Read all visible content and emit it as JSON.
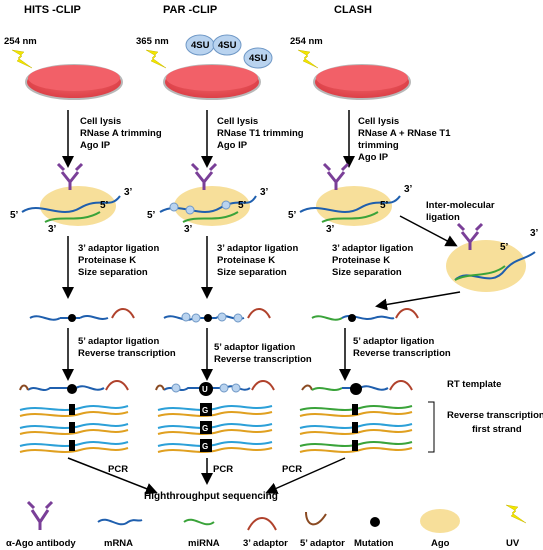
{
  "headers": {
    "hits": "HITS -CLIP",
    "par": "PAR -CLIP",
    "clash": "CLASH"
  },
  "uv_labels": {
    "hits": "254 nm",
    "par": "365 nm",
    "clash": "254 nm"
  },
  "four_su": "4SU",
  "steps": {
    "hits_lysis": [
      "Cell lysis",
      "RNase A trimming",
      "Ago IP"
    ],
    "par_lysis": [
      "Cell lysis",
      "RNase T1 trimming",
      "Ago IP"
    ],
    "clash_lysis": [
      "Cell lysis",
      "RNase A  + RNase T1",
      "trimming",
      "Ago IP"
    ],
    "adaptor3": [
      "3’ adaptor ligation",
      "Proteinase K",
      "Size separation"
    ],
    "interlig": [
      "Inter-molecular",
      "ligation"
    ],
    "adaptor5": [
      "5’ adaptor ligation",
      "Reverse transcription"
    ]
  },
  "ends": {
    "three": "3’",
    "five": "5’"
  },
  "glyphs": {
    "u": "U",
    "g": "G"
  },
  "annotations": {
    "rt_template": "RT template",
    "rt_first": [
      "Reverse transcription",
      "first strand"
    ]
  },
  "pcr": "PCR",
  "sequencing": "Highthroughput sequencing",
  "legend": [
    "α-Ago antibody",
    "mRNA",
    "miRNA",
    "3’ adaptor",
    "5’ adaptor",
    "Mutation",
    "Ago",
    "UV"
  ],
  "colors": {
    "dish": "#f2545b",
    "ago": "#f7df9a",
    "mrna": "#1f5fae",
    "mirna": "#3aa33a",
    "adaptor3": "#b0422c",
    "adaptor5": "#8a4a22",
    "antibody": "#7a3f98",
    "uv": "#f2e600",
    "su": "#b9d3ef",
    "cdna_blue": "#2ca0d8",
    "cdna_orange": "#e0a020"
  }
}
